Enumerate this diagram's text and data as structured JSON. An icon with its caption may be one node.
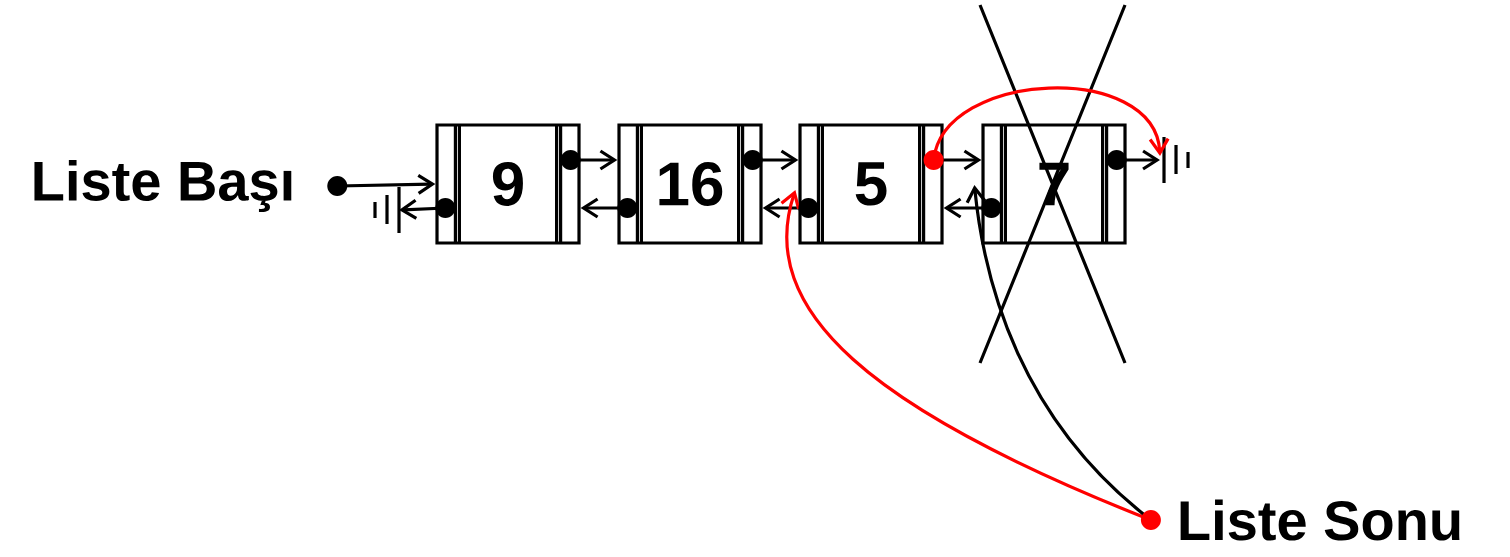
{
  "diagram": {
    "nodes": [
      {
        "text": [
          "Liste Başı"
        ]
      },
      {
        "text": [
          "9"
        ]
      },
      {
        "text": [
          "16"
        ]
      },
      {
        "text": [
          "5"
        ]
      },
      {
        "text": [
          "7"
        ]
      },
      {
        "text": [
          "Liste Sonu"
        ]
      },
      {
        "text": [],
        "shape": "ground"
      },
      {
        "text": [],
        "shape": "ground"
      }
    ],
    "edges": [
      {
        "from": 0,
        "to": 1,
        "arrow": "to"
      },
      {
        "from": 1,
        "to": 6,
        "arrow": "to"
      },
      {
        "from": 1,
        "to": 2,
        "arrow": "to"
      },
      {
        "from": 2,
        "to": 1,
        "arrow": "to"
      },
      {
        "from": 2,
        "to": 3,
        "arrow": "to"
      },
      {
        "from": 3,
        "to": 2,
        "arrow": "to"
      },
      {
        "from": 3,
        "to": 4,
        "arrow": "to"
      },
      {
        "from": 4,
        "to": 3,
        "arrow": "to"
      },
      {
        "from": 4,
        "to": 7,
        "arrow": "to"
      },
      {
        "from": 3,
        "to": 7,
        "arrow": "to",
        "color": "#ff0000"
      },
      {
        "from": 5,
        "to": 3,
        "arrow": "to",
        "color": "#ff0000"
      },
      {
        "from": 5,
        "to": 4,
        "arrow": "to"
      }
    ]
  }
}
